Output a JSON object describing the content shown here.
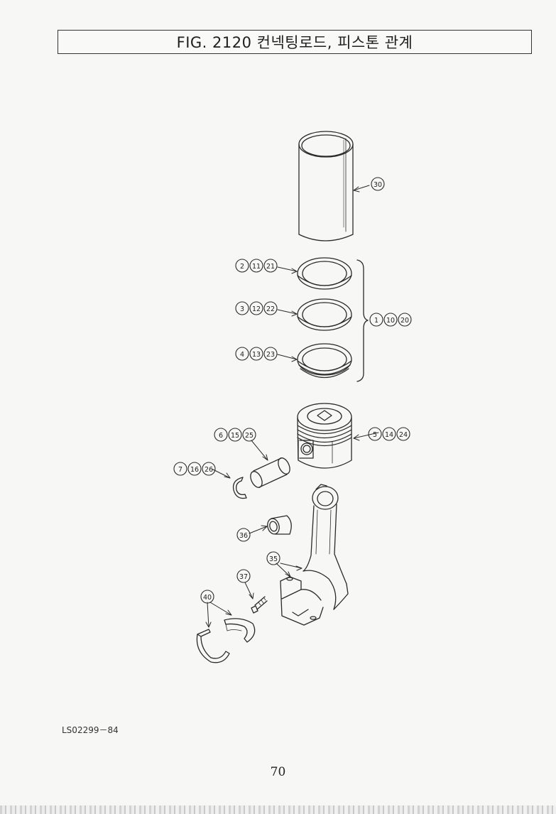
{
  "title": "FIG. 2120 컨넥팅로드, 피스톤 관계",
  "figure_code": "LS02299－84",
  "page_number": "70",
  "callouts": {
    "c30": [
      "30"
    ],
    "c2_11_21": [
      "2",
      "11",
      "21"
    ],
    "c3_12_22": [
      "3",
      "12",
      "22"
    ],
    "c4_13_23": [
      "4",
      "13",
      "23"
    ],
    "c1_10_20": [
      "1",
      "10",
      "20"
    ],
    "c5_14_24": [
      "5",
      "14",
      "24"
    ],
    "c6_15_25": [
      "6",
      "15",
      "25"
    ],
    "c7_16_26": [
      "7",
      "16",
      "26"
    ],
    "c36": [
      "36"
    ],
    "c35": [
      "35"
    ],
    "c37": [
      "37"
    ],
    "c40": [
      "40"
    ]
  }
}
